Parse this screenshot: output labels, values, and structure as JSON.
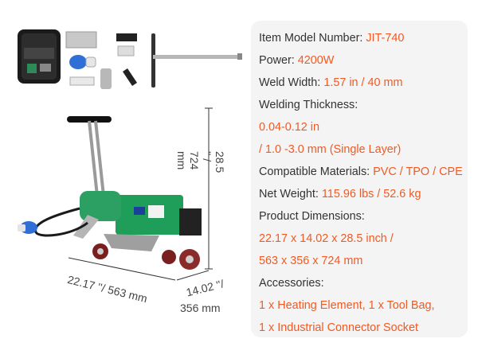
{
  "dimensions": {
    "width": "22.17 ''/ 563 mm",
    "height": "28.5 '' / 724 mm",
    "depth_line1": "14.02 ''/",
    "depth_line2": "356 mm"
  },
  "specs": {
    "model_label": "Item Model Number:",
    "model_value": "JIT-740",
    "power_label": "Power:",
    "power_value": "4200W",
    "weld_width_label": "Weld Width:",
    "weld_width_value": "1.57 in / 40 mm",
    "thickness_label": "Welding Thickness:",
    "thickness_value_line1": "0.04-0.12 in",
    "thickness_value_line2": "/ 1.0 -3.0 mm (Single Layer)",
    "materials_label": "Compatible Materials:",
    "materials_value": "PVC / TPO / CPE",
    "weight_label": "Net Weight:",
    "weight_value": "115.96 lbs / 52.6 kg",
    "product_dims_label": "Product Dimensions:",
    "product_dims_line1": "22.17 x 14.02 x 28.5 inch /",
    "product_dims_line2": "563 x 356 x 724 mm",
    "accessories_label": "Accessories:",
    "accessories_line1": "1 x Heating Element, 1 x Tool Bag,",
    "accessories_line2": "1 x Industrial Connector Socket"
  },
  "colors": {
    "accent": "#f15a22",
    "label": "#333333",
    "card_bg": "#f4f4f4",
    "machine_green": "#1f9e5a"
  }
}
